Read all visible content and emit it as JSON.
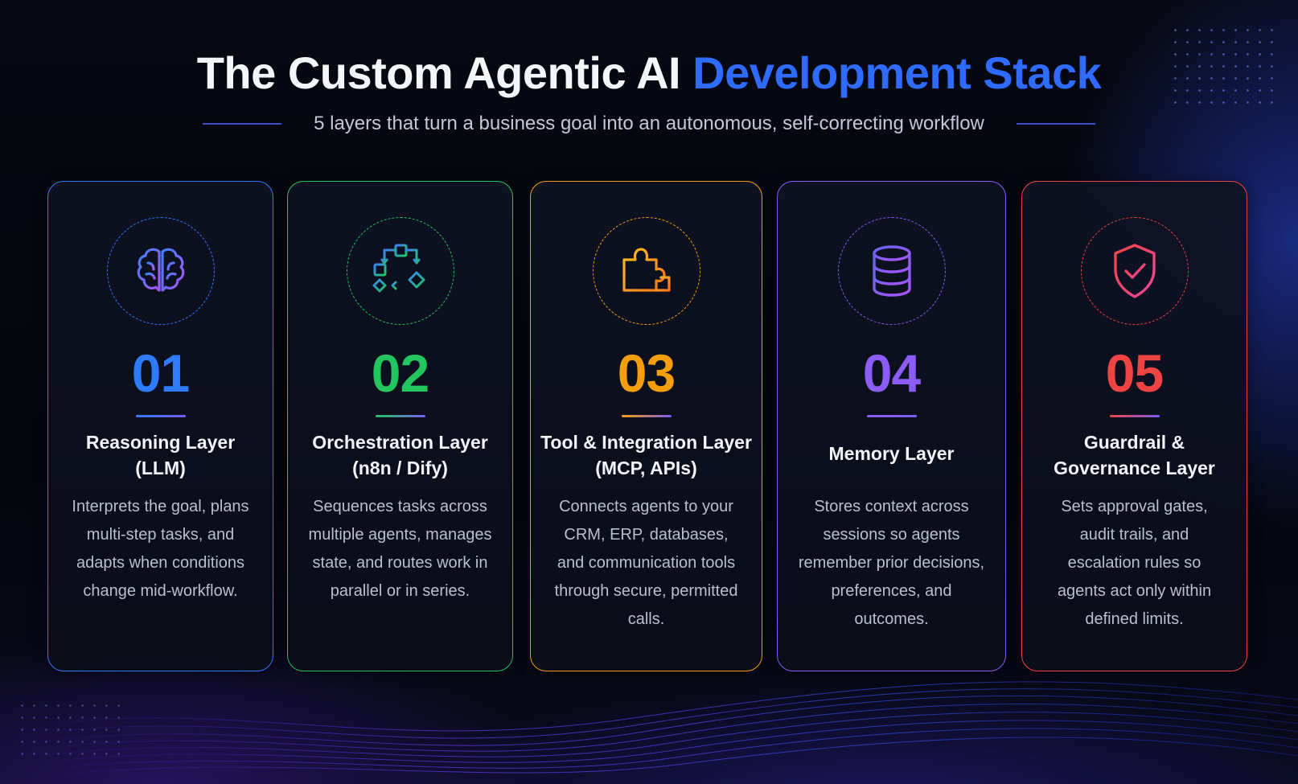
{
  "header": {
    "title_main": "The Custom Agentic AI ",
    "title_accent": "Development Stack",
    "subtitle": "5 layers that turn a business goal into an autonomous, self-correcting workflow"
  },
  "colors": {
    "accent": "#2f6bff",
    "background": "#05060d",
    "layer_1": "#2f7bff",
    "layer_2": "#22c55e",
    "layer_3": "#f59e0b",
    "layer_4": "#8b5cf6",
    "layer_5": "#ef4444"
  },
  "layers": [
    {
      "number": "01",
      "name_line1": "Reasoning Layer",
      "name_line2": "(LLM)",
      "icon": "brain-icon",
      "description": "Interprets the goal, plans multi-step tasks, and adapts when conditions change mid-workflow."
    },
    {
      "number": "02",
      "name_line1": "Orchestration Layer",
      "name_line2": "(n8n / Dify)",
      "icon": "workflow-icon",
      "description": "Sequences tasks across multiple agents, manages state, and routes work in parallel or in series."
    },
    {
      "number": "03",
      "name_line1": "Tool & Integration Layer",
      "name_line2": "(MCP, APIs)",
      "icon": "puzzle-icon",
      "description": "Connects agents to your CRM, ERP, databases, and communication tools through secure, permitted calls."
    },
    {
      "number": "04",
      "name_line1": "Memory Layer",
      "name_line2": "",
      "icon": "database-icon",
      "description": "Stores context across sessions so agents remember prior decisions, preferences, and outcomes."
    },
    {
      "number": "05",
      "name_line1": "Guardrail &",
      "name_line2": "Governance Layer",
      "icon": "shield-check-icon",
      "description": "Sets approval gates, audit trails, and escalation rules so agents act only within defined limits."
    }
  ]
}
